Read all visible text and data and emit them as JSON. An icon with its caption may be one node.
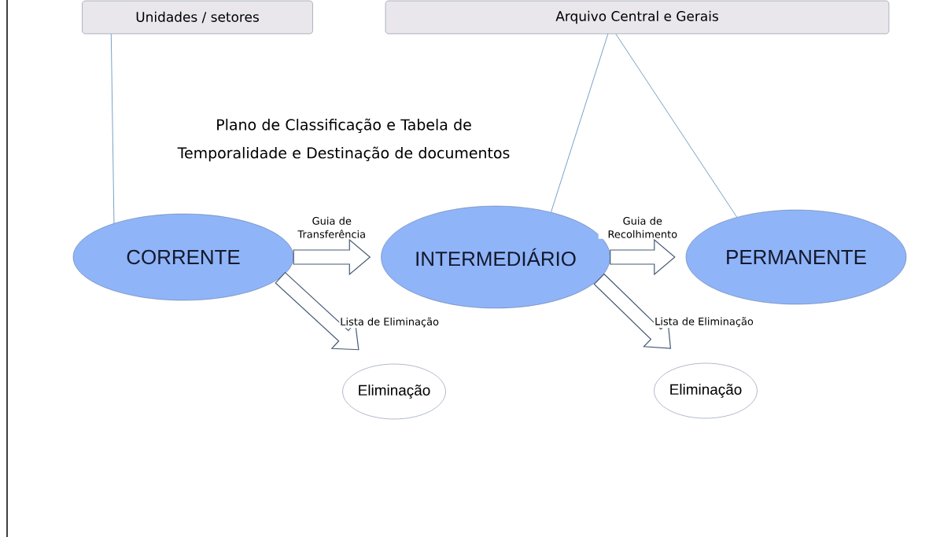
{
  "diagram": {
    "nodes": [
      {
        "text": [
          "Unidades / setores"
        ]
      },
      {
        "text": [
          "Arquivo Central e Gerais"
        ]
      },
      {
        "text": [
          "CORRENTE"
        ]
      },
      {
        "text": [
          "INTERMEDIÁRIO"
        ]
      },
      {
        "text": [
          "PERMANENTE"
        ]
      },
      {
        "text": [
          "Eliminação"
        ]
      },
      {
        "text": [
          "Eliminação"
        ]
      }
    ],
    "edges": [
      {
        "from": 0,
        "to": 2,
        "arrow": "none"
      },
      {
        "from": 1,
        "to": 3,
        "arrow": "none"
      },
      {
        "from": 1,
        "to": 4,
        "arrow": "none"
      },
      {
        "from": 2,
        "to": 3,
        "arrow": "to",
        "label": "Guia de Transferência"
      },
      {
        "from": 2,
        "to": 5,
        "arrow": "to",
        "label": "Lista de Eliminação"
      },
      {
        "from": 3,
        "to": 4,
        "arrow": "to",
        "label": "Guia de Recolhimento"
      },
      {
        "from": 3,
        "to": 6,
        "arrow": "to",
        "label": "Lista de Eliminação"
      }
    ],
    "labels": [
      "Plano de Classificação e Tabela de Temporalidade e Destinação de documentos"
    ]
  }
}
